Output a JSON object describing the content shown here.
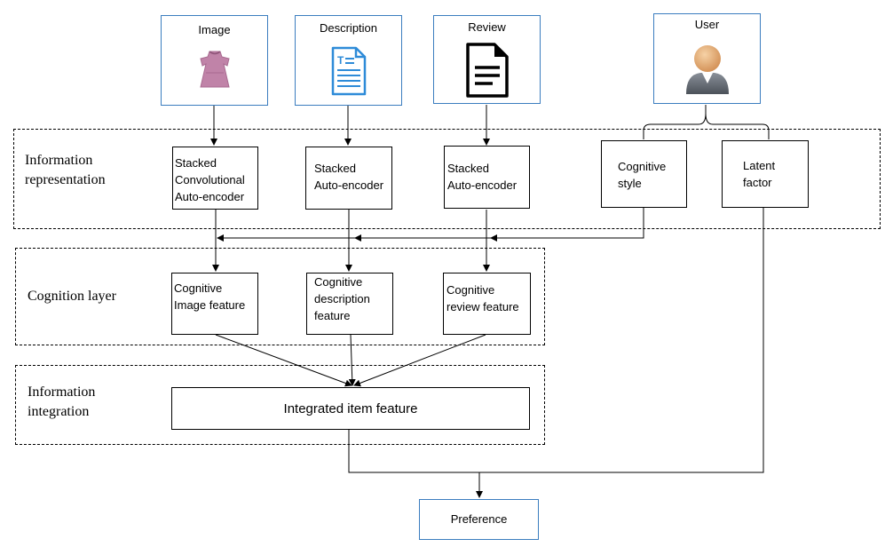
{
  "inputs": {
    "image": {
      "title": "Image",
      "icon": "dress-icon"
    },
    "description": {
      "title": "Description",
      "icon": "text-document-icon"
    },
    "review": {
      "title": "Review",
      "icon": "document-icon"
    },
    "user": {
      "title": "User",
      "icon": "user-avatar-icon"
    }
  },
  "layers": {
    "information_representation": "Information representation",
    "cognition_layer": "Cognition layer",
    "information_integration": "Information integration"
  },
  "encoders": {
    "image": [
      "Stacked",
      "Convolutional",
      "Auto-encoder"
    ],
    "description": [
      "Stacked",
      "Auto-encoder"
    ],
    "review": [
      "Stacked",
      "Auto-encoder"
    ]
  },
  "user_factors": {
    "cognitive_style": [
      "Cognitive",
      "style"
    ],
    "latent_factor": [
      "Latent",
      "factor"
    ]
  },
  "cognitive_features": {
    "image": [
      "Cognitive",
      "Image feature"
    ],
    "description": [
      "Cognitive",
      "description",
      "feature"
    ],
    "review": [
      "Cognitive",
      "review feature"
    ]
  },
  "integrated": "Integrated item feature",
  "output": "Preference",
  "colors": {
    "input_border": "#3b7dbf",
    "line": "#000000"
  }
}
